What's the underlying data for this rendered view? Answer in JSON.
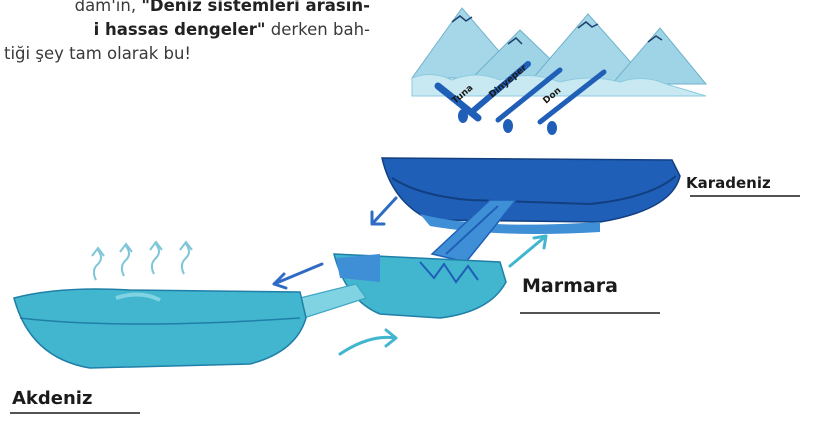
{
  "paragraph": {
    "line1_plain": "dam'ın, ",
    "line1_bold": "\"Deniz sistemleri arasın-",
    "line2_bold": "i hassas dengeler\"",
    "line2_plain": " derken bah-",
    "line3_plain": "tiği şey tam olarak bu!"
  },
  "labels": {
    "black_sea": "Karadeniz",
    "marmara": "Marmara",
    "mediterranean": "Akdeniz"
  },
  "river_labels": [
    "Tuna",
    "Dinyeper",
    "Don"
  ],
  "colors": {
    "deep_blue": "#1f5fb8",
    "mid_blue": "#3f8fd6",
    "turquoise": "#42b6cf",
    "light_turquoise": "#7fd3e3",
    "mountain": "#9fd3e6",
    "arrow": "#2f6bc4"
  }
}
